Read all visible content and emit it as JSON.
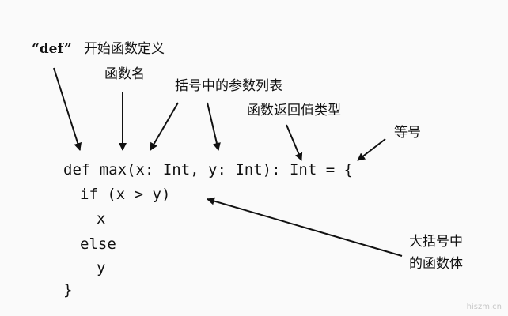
{
  "annotations": {
    "def_quote": "“def”",
    "def_text": "开始函数定义",
    "func_name": "函数名",
    "param_list": "括号中的参数列表",
    "return_type": "函数返回值类型",
    "equals": "等号",
    "body_line1": "大括号中",
    "body_line2": "的函数体"
  },
  "code": {
    "line1": "def max(x: Int, y: Int): Int = {",
    "line2": "if (x > y)",
    "line3": "x",
    "line4": "else",
    "line5": "y",
    "line6": "}"
  },
  "watermark": "hiszm.cn"
}
